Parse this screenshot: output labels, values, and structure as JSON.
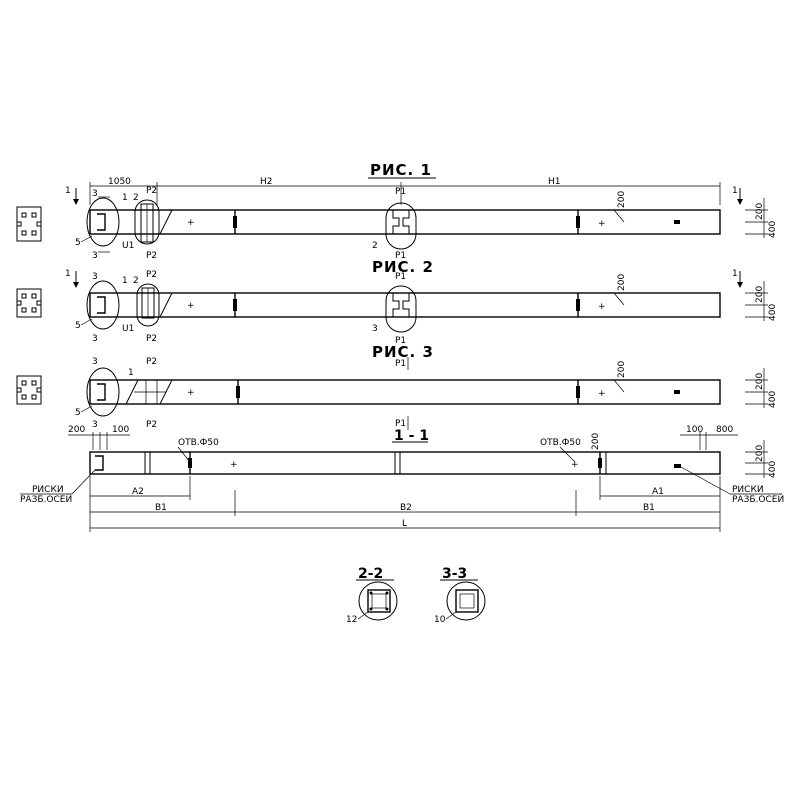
{
  "fig1": {
    "title": "РИС. 1",
    "dim_1050": "1050",
    "dim_h2": "H2",
    "dim_h1": "H1",
    "dim_200": "200",
    "dim_400": "400",
    "mark_1": "1",
    "mark_2": "2",
    "mark_3": "3",
    "mark_5": "5",
    "mark_u1": "U1",
    "p1": "P1",
    "p2": "P2"
  },
  "fig2": {
    "title": "РИС. 2",
    "dim_200": "200",
    "dim_400": "400",
    "mark_1": "1",
    "mark_2": "2",
    "mark_3": "3",
    "mark_5": "5",
    "mark_u1": "U1",
    "p1": "P1",
    "p2": "P2"
  },
  "fig3": {
    "title": "РИС. 3",
    "dim_200": "200",
    "dim_400": "400",
    "mark_1": "1",
    "mark_3": "3",
    "mark_5": "5",
    "p1": "P1",
    "p2": "P2"
  },
  "section11": {
    "title": "1 - 1",
    "dim_200_left": "200",
    "dim_100_left": "100",
    "dim_100_right": "100",
    "dim_800": "800",
    "hole_left": "ОТВ.Ф50",
    "hole_right": "ОТВ.Ф50",
    "dim_200_a": "200",
    "dim_200_b": "200",
    "dim_400": "400",
    "marks_left": [
      "РИСКИ",
      "РАЗБ.ОСЕЙ"
    ],
    "marks_right": [
      "РИСКИ",
      "РАЗБ.ОСЕЙ"
    ],
    "dim_a2": "A2",
    "dim_a1": "A1",
    "dim_b1_left": "B1",
    "dim_b2": "B2",
    "dim_b1_right": "B1",
    "dim_l": "L"
  },
  "section22": {
    "title": "2-2",
    "mark": "12"
  },
  "section33": {
    "title": "3-3",
    "mark": "10"
  }
}
